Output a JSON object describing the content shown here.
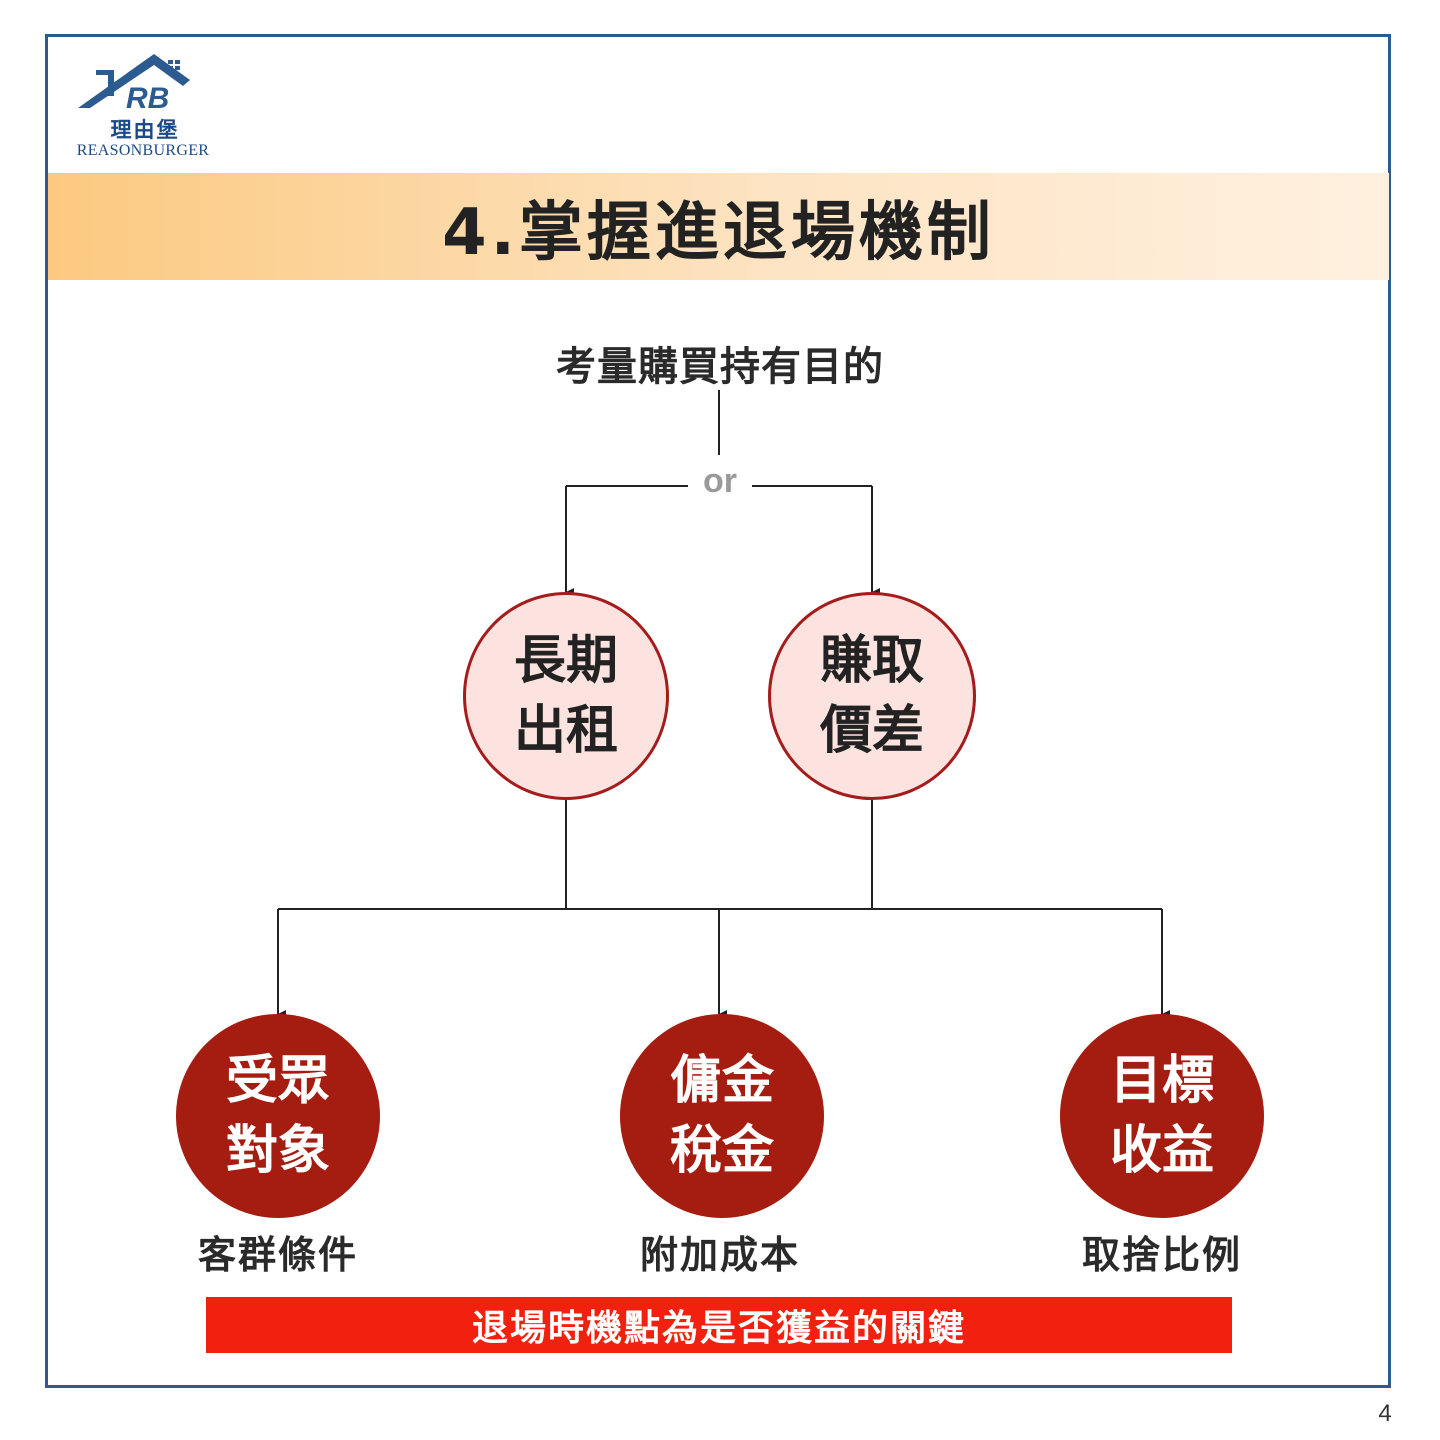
{
  "logo": {
    "chinese": "理由堡",
    "english": "REASONBURGER",
    "mark": "RB"
  },
  "title": "4.掌握進退場機制",
  "root": "考量購買持有目的",
  "connector": "or",
  "purposes": [
    {
      "line1": "長期",
      "line2": "出租"
    },
    {
      "line1": "賺取",
      "line2": "價差"
    }
  ],
  "factors": [
    {
      "line1": "受眾",
      "line2": "對象",
      "caption": "客群條件"
    },
    {
      "line1": "傭金",
      "line2": "稅金",
      "caption": "附加成本"
    },
    {
      "line1": "目標",
      "line2": "收益",
      "caption": "取捨比例"
    }
  ],
  "banner": "退場時機點為是否獲益的關鍵",
  "page_number": "4",
  "colors": {
    "frame": "#2c5c8f",
    "dark_red": "#a51c10",
    "light_pink": "#fde3df",
    "banner_red": "#f2200e"
  }
}
